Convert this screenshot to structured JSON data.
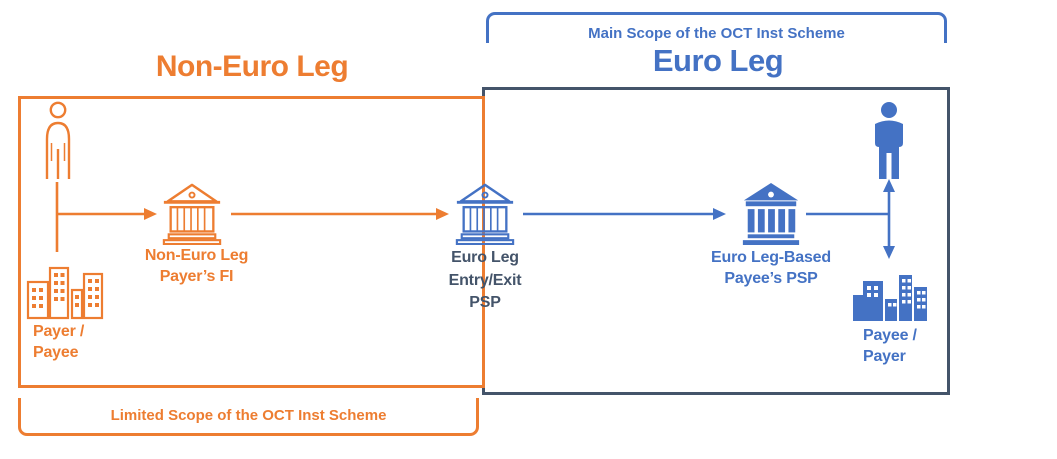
{
  "diagram": {
    "top_bracket": {
      "label": "Main Scope of the OCT Inst Scheme"
    },
    "bottom_bracket": {
      "label": "Limited Scope of the OCT Inst Scheme"
    },
    "titles": {
      "non_euro_leg": "Non-Euro Leg",
      "euro_leg": "Euro Leg"
    },
    "nodes": {
      "payer_payee": {
        "line1": "Payer /",
        "line2": "Payee"
      },
      "payers_fi": {
        "line1": "Non-Euro Leg",
        "line2": "Payer’s FI"
      },
      "entry_exit_psp": {
        "line1": "Euro Leg",
        "line2": "Entry/Exit",
        "line3": "PSP"
      },
      "payees_psp": {
        "line1": "Euro Leg-Based",
        "line2": "Payee’s PSP"
      },
      "payee_payer": {
        "line1": "Payee /",
        "line2": "Payer"
      }
    },
    "icons": {
      "payer_person": "person-outline-icon",
      "payer_buildings": "buildings-outline-icon",
      "payers_fi_bank": "bank-outline-icon",
      "entry_exit_bank": "bank-outline-icon",
      "payees_psp_bank": "bank-solid-icon",
      "payee_person": "person-solid-icon",
      "payee_buildings": "buildings-solid-icon"
    },
    "colors": {
      "non_euro_accent": "#ED7D31",
      "euro_accent": "#4472C4",
      "euro_box_border": "#44546A"
    }
  }
}
